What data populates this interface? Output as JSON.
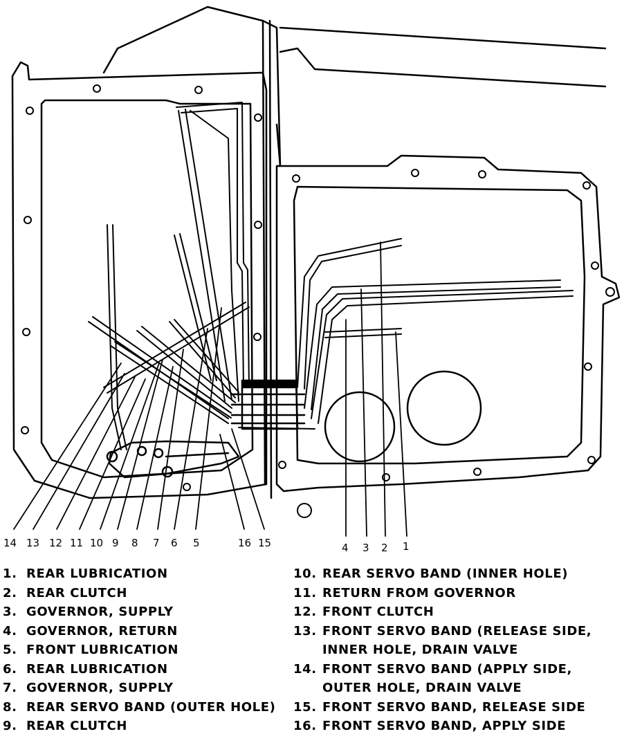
{
  "callouts": [
    "14",
    "13",
    "12",
    "11",
    "10",
    "9",
    "8",
    "7",
    "6",
    "5",
    "16",
    "15",
    "4",
    "3",
    "2",
    "1"
  ],
  "legend_left": [
    {
      "num": "1.",
      "text": "REAR LUBRICATION"
    },
    {
      "num": "2.",
      "text": "REAR CLUTCH"
    },
    {
      "num": "3.",
      "text": "GOVERNOR, SUPPLY"
    },
    {
      "num": "4.",
      "text": "GOVERNOR, RETURN"
    },
    {
      "num": "5.",
      "text": "FRONT LUBRICATION"
    },
    {
      "num": "6.",
      "text": "REAR LUBRICATION"
    },
    {
      "num": "7.",
      "text": "GOVERNOR, SUPPLY"
    },
    {
      "num": "8.",
      "text": "REAR SERVO BAND (OUTER HOLE)"
    },
    {
      "num": "9.",
      "text": "REAR CLUTCH"
    }
  ],
  "legend_right": [
    {
      "num": "10.",
      "text": "REAR SERVO BAND (INNER HOLE)"
    },
    {
      "num": "11.",
      "text": "RETURN FROM GOVERNOR"
    },
    {
      "num": "12.",
      "text": "FRONT CLUTCH"
    },
    {
      "num": "13.",
      "text": "FRONT SERVO BAND (RELEASE SIDE,"
    },
    {
      "num": "",
      "text": "INNER HOLE, DRAIN VALVE"
    },
    {
      "num": "14.",
      "text": "FRONT SERVO BAND (APPLY SIDE,"
    },
    {
      "num": "",
      "text": "OUTER HOLE, DRAIN VALVE"
    },
    {
      "num": "15.",
      "text": "FRONT SERVO BAND, RELEASE SIDE"
    },
    {
      "num": "16.",
      "text": "FRONT SERVO BAND, APPLY SIDE"
    }
  ]
}
